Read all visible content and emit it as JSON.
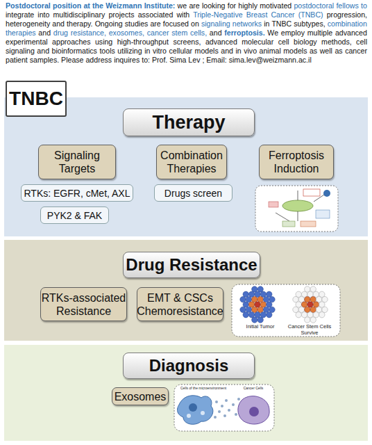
{
  "diagram": {
    "nodes": [
      {
        "text": [
          "TNBC"
        ]
      },
      {
        "text": [
          "Therapy"
        ]
      },
      {
        "text": [
          "Signaling Targets"
        ],
        "in": 1
      },
      {
        "text": [
          "Combination Therapies"
        ],
        "in": 1
      },
      {
        "text": [
          "Ferroptosis Induction"
        ],
        "in": 1
      },
      {
        "text": [
          "RTKs: EGFR, cMet, AXL"
        ],
        "in": 1
      },
      {
        "text": [
          "Drugs screen"
        ],
        "in": 1
      },
      {
        "text": [
          "PYK2 & FAK"
        ],
        "in": 1
      },
      {
        "text": [
          "Drug Resistance"
        ]
      },
      {
        "text": [
          "RTKs-associated Resistance"
        ],
        "in": 8
      },
      {
        "text": [
          "EMT & CSCs Chemoresistance"
        ],
        "in": 8
      },
      {
        "text": [
          "Diagnosis"
        ]
      },
      {
        "text": [
          "Exosomes"
        ],
        "in": 11
      }
    ],
    "labels": [
      "Postdoctoral position at the Weizmann Institute: we are looking for highly motivated postdoctoral fellows to integrate into multidisciplinary projects associated with Triple-Negative Breast Cancer (TNBC) progression, heterogeneity and therapy. Ongoing studies are focused on signaling networks in TNBC subtypes, combination therapies and drug resistance, exosomes, cancer stem cells, and ferroptosis. We employ multiple advanced experimental approaches using high-throughput screens, advanced molecular cell biology methods, cell signaling and bioinformatics tools utilizing in vitro cellular models and in vivo animal models as well as cancer patient samples. Please address inquires to: Prof. Sima Lev ; Email: sima.lev@weizmann.ac.il",
      "Initial Tumor",
      "Cancer Stem Cells Survive",
      "Cells of the microenvironment",
      "Cancer Cells"
    ]
  }
}
